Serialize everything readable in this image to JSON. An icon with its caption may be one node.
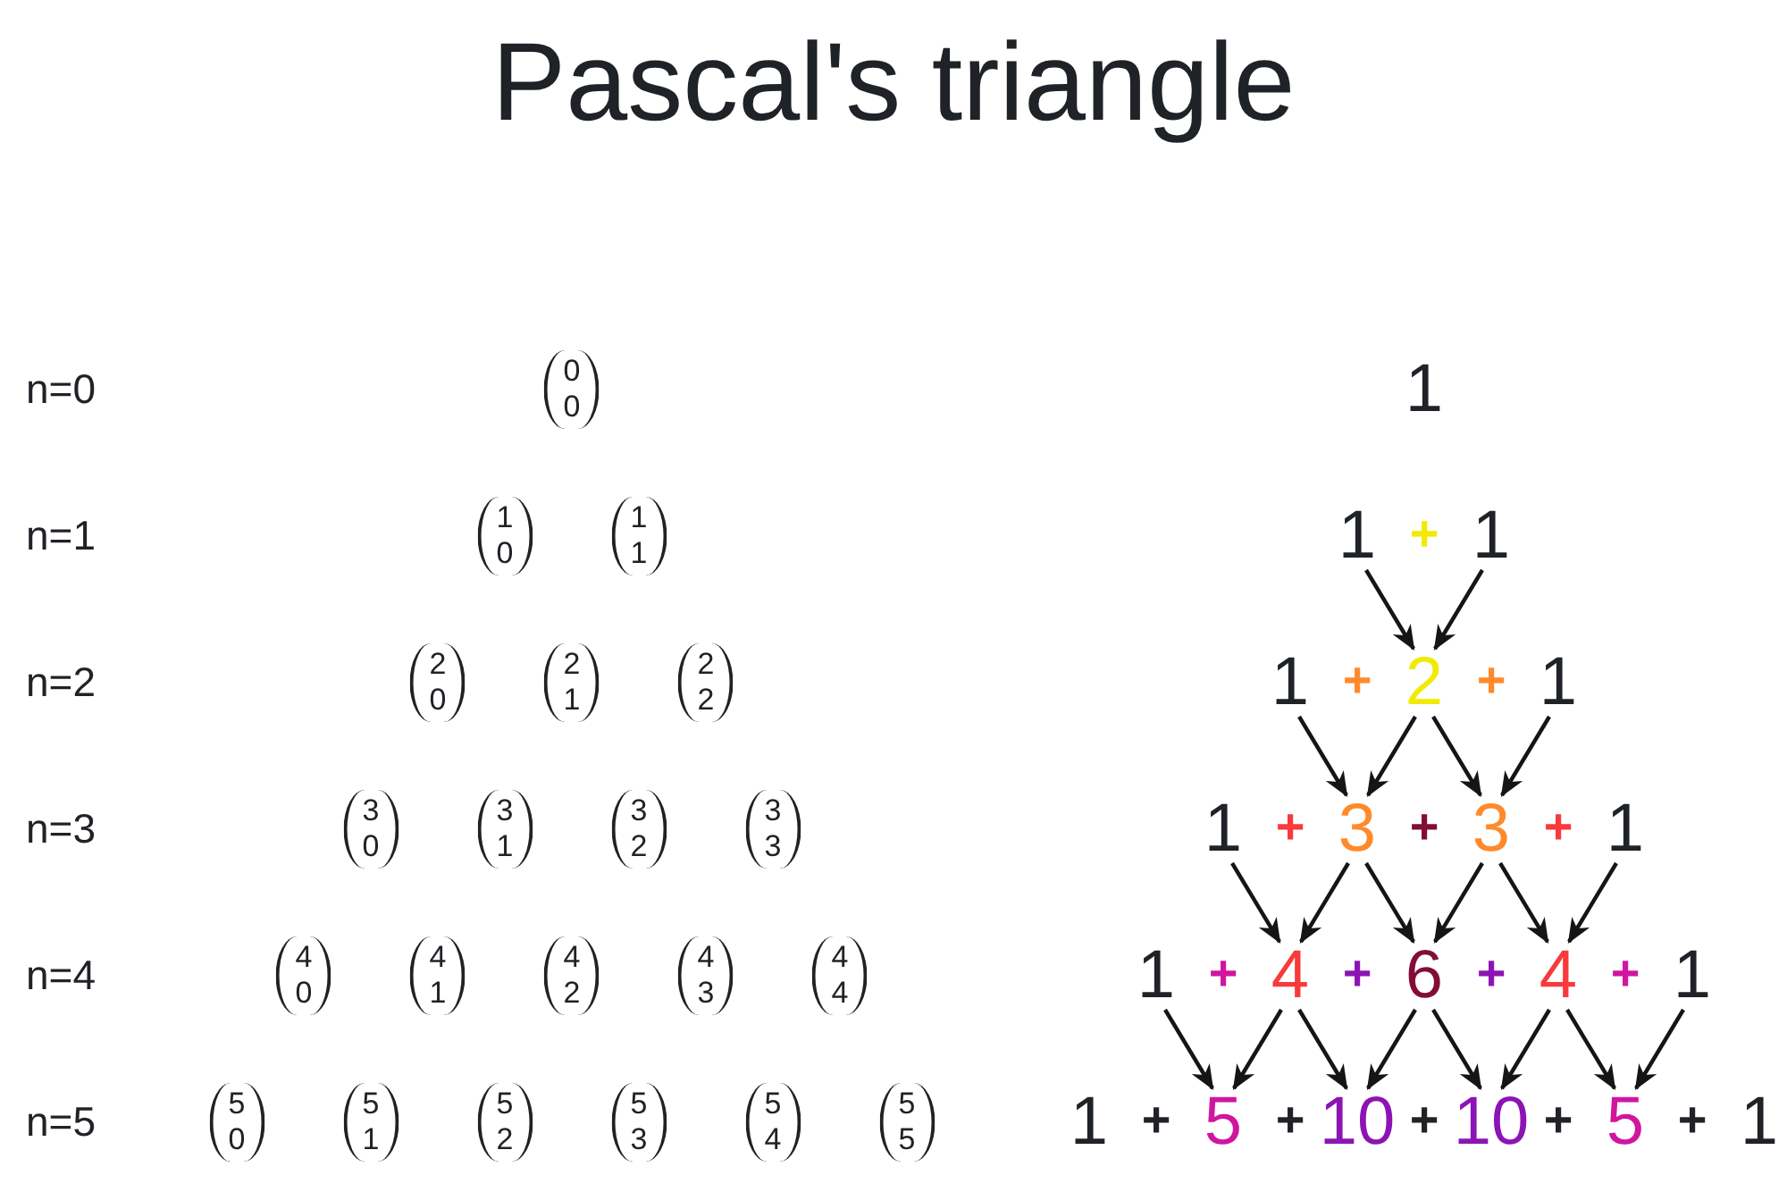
{
  "diagram": {
    "title": "Pascal's triangle",
    "nodes": [
      {
        "text": [
          "1"
        ]
      },
      {
        "text": [
          "1"
        ]
      },
      {
        "text": [
          "1"
        ]
      },
      {
        "text": [
          "1"
        ]
      },
      {
        "text": [
          "2"
        ]
      },
      {
        "text": [
          "1"
        ]
      },
      {
        "text": [
          "1"
        ]
      },
      {
        "text": [
          "3"
        ]
      },
      {
        "text": [
          "3"
        ]
      },
      {
        "text": [
          "1"
        ]
      },
      {
        "text": [
          "1"
        ]
      },
      {
        "text": [
          "4"
        ]
      },
      {
        "text": [
          "6"
        ]
      },
      {
        "text": [
          "4"
        ]
      },
      {
        "text": [
          "1"
        ]
      },
      {
        "text": [
          "1"
        ]
      },
      {
        "text": [
          "5"
        ]
      },
      {
        "text": [
          "10"
        ]
      },
      {
        "text": [
          "10"
        ]
      },
      {
        "text": [
          "5"
        ]
      },
      {
        "text": [
          "1"
        ]
      }
    ],
    "edges": [
      {
        "from": 1,
        "to": 4,
        "arrow": "to"
      },
      {
        "from": 2,
        "to": 4,
        "arrow": "to"
      },
      {
        "from": 3,
        "to": 7,
        "arrow": "to"
      },
      {
        "from": 4,
        "to": 7,
        "arrow": "to"
      },
      {
        "from": 4,
        "to": 8,
        "arrow": "to"
      },
      {
        "from": 5,
        "to": 8,
        "arrow": "to"
      },
      {
        "from": 6,
        "to": 11,
        "arrow": "to"
      },
      {
        "from": 7,
        "to": 11,
        "arrow": "to"
      },
      {
        "from": 7,
        "to": 12,
        "arrow": "to"
      },
      {
        "from": 8,
        "to": 12,
        "arrow": "to"
      },
      {
        "from": 8,
        "to": 13,
        "arrow": "to"
      },
      {
        "from": 9,
        "to": 13,
        "arrow": "to"
      },
      {
        "from": 10,
        "to": 16,
        "arrow": "to"
      },
      {
        "from": 11,
        "to": 16,
        "arrow": "to"
      },
      {
        "from": 11,
        "to": 17,
        "arrow": "to"
      },
      {
        "from": 12,
        "to": 17,
        "arrow": "to"
      },
      {
        "from": 12,
        "to": 18,
        "arrow": "to"
      },
      {
        "from": 13,
        "to": 18,
        "arrow": "to"
      },
      {
        "from": 13,
        "to": 19,
        "arrow": "to"
      },
      {
        "from": 14,
        "to": 19,
        "arrow": "to"
      }
    ],
    "labels": [
      "n=0",
      "0 0",
      "n=1",
      "1 0",
      "1 1",
      "+",
      "n=2",
      "2 0",
      "2 1",
      "2 2",
      "+",
      "+",
      "n=3",
      "3 0",
      "3 1",
      "3 2",
      "3 3",
      "+",
      "+",
      "+",
      "n=4",
      "4 0",
      "4 1",
      "4 2",
      "4 3",
      "4 4",
      "+",
      "+",
      "+",
      "+",
      "n=5",
      "5 0",
      "5 1",
      "5 2",
      "5 3",
      "5 4",
      "5 5",
      "+",
      "+",
      "+",
      "+",
      "+"
    ]
  }
}
